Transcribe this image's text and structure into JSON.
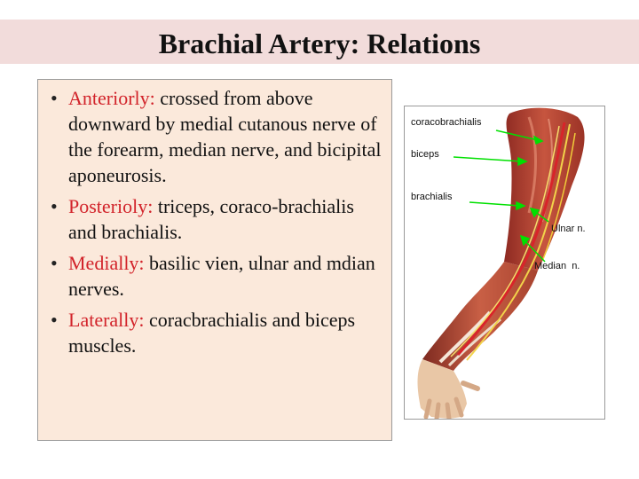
{
  "slide": {
    "title": "Brachial Artery: Relations",
    "bullets": [
      {
        "term": "Anteriorly:",
        "text": " crossed from above downward by medial cutanous nerve of the forearm, median nerve, and bicipital aponeurosis."
      },
      {
        "term": "Posterioly:",
        "text": " triceps, coraco-brachialis and brachialis."
      },
      {
        "term": "Medially:",
        "text": " basilic vien, ulnar and mdian nerves."
      },
      {
        "term": "Laterally:",
        "text": " coracbrachialis and biceps muscles."
      }
    ],
    "bullet_symbol": "•"
  },
  "figure": {
    "labels": {
      "coracobrachialis": "coracobrachialis",
      "biceps": "biceps",
      "brachialis": "brachialis",
      "ulnar": "Ulnar n.",
      "median": "Median  n."
    }
  },
  "colors": {
    "title_band": "#f2dcdb",
    "text_box": "#fbe9db",
    "term": "#d2232a",
    "pointer_arrows": "#00e000"
  }
}
